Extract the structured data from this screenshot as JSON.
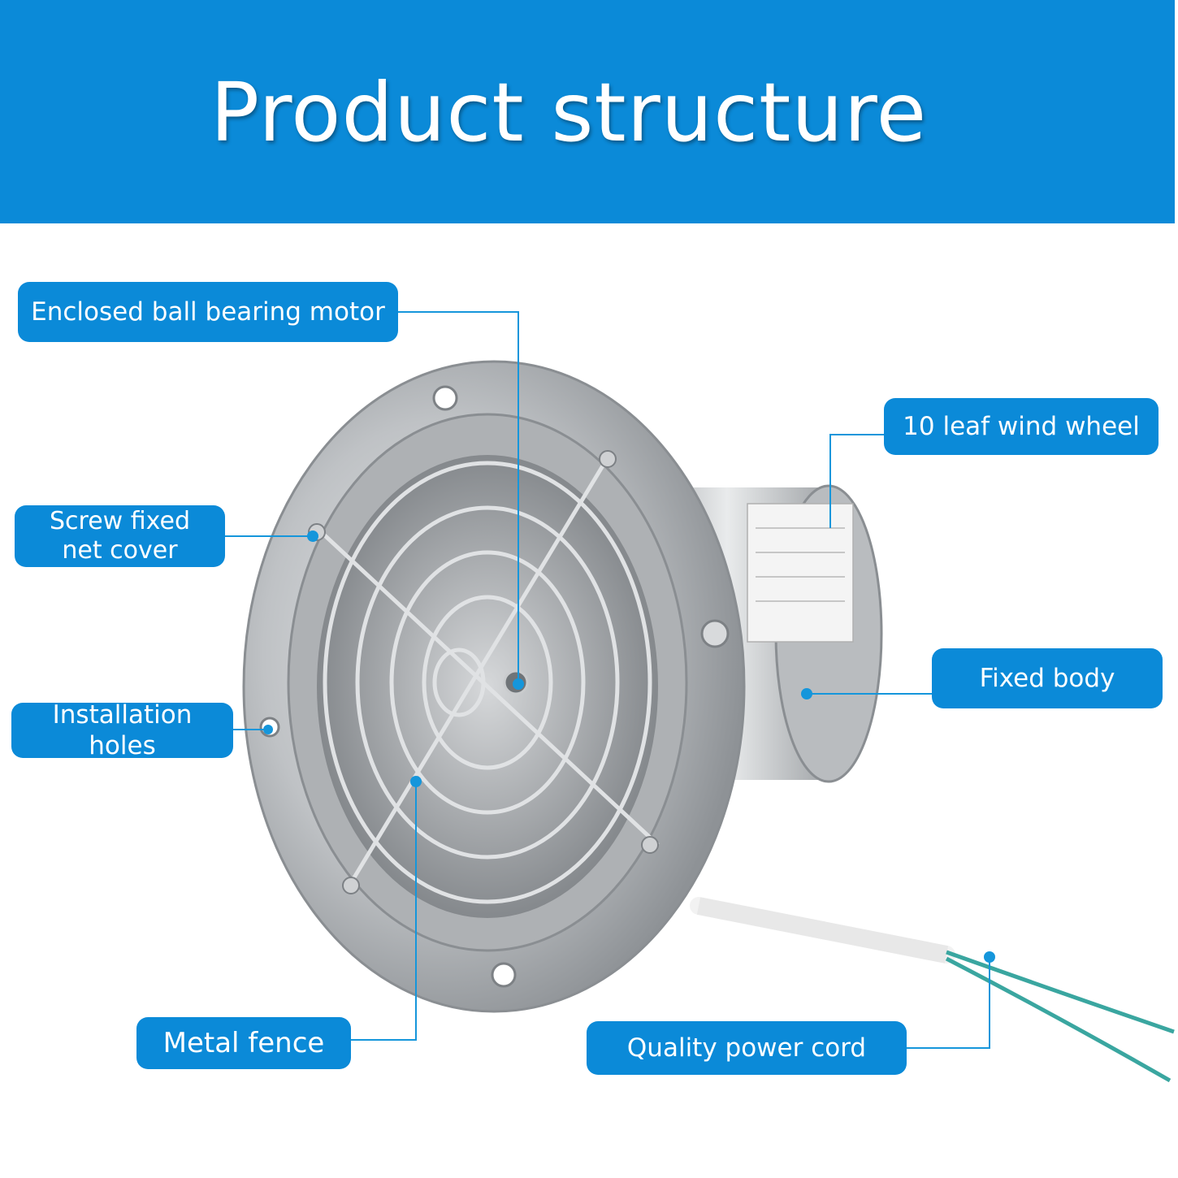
{
  "banner": {
    "title": "Product structure"
  },
  "colors": {
    "accent": "#0b8ad8",
    "leader": "#1596db",
    "metal": "#c9cbcd",
    "cord": "#3aa6a0"
  },
  "callouts": [
    {
      "id": "motor",
      "label": "Enclosed ball bearing motor"
    },
    {
      "id": "screw",
      "label": "Screw fixed\nnet cover"
    },
    {
      "id": "holes",
      "label": "Installation holes"
    },
    {
      "id": "fence",
      "label": "Metal fence"
    },
    {
      "id": "wheel",
      "label": "10 leaf wind wheel"
    },
    {
      "id": "body",
      "label": "Fixed body"
    },
    {
      "id": "cord",
      "label": "Quality power cord"
    }
  ]
}
